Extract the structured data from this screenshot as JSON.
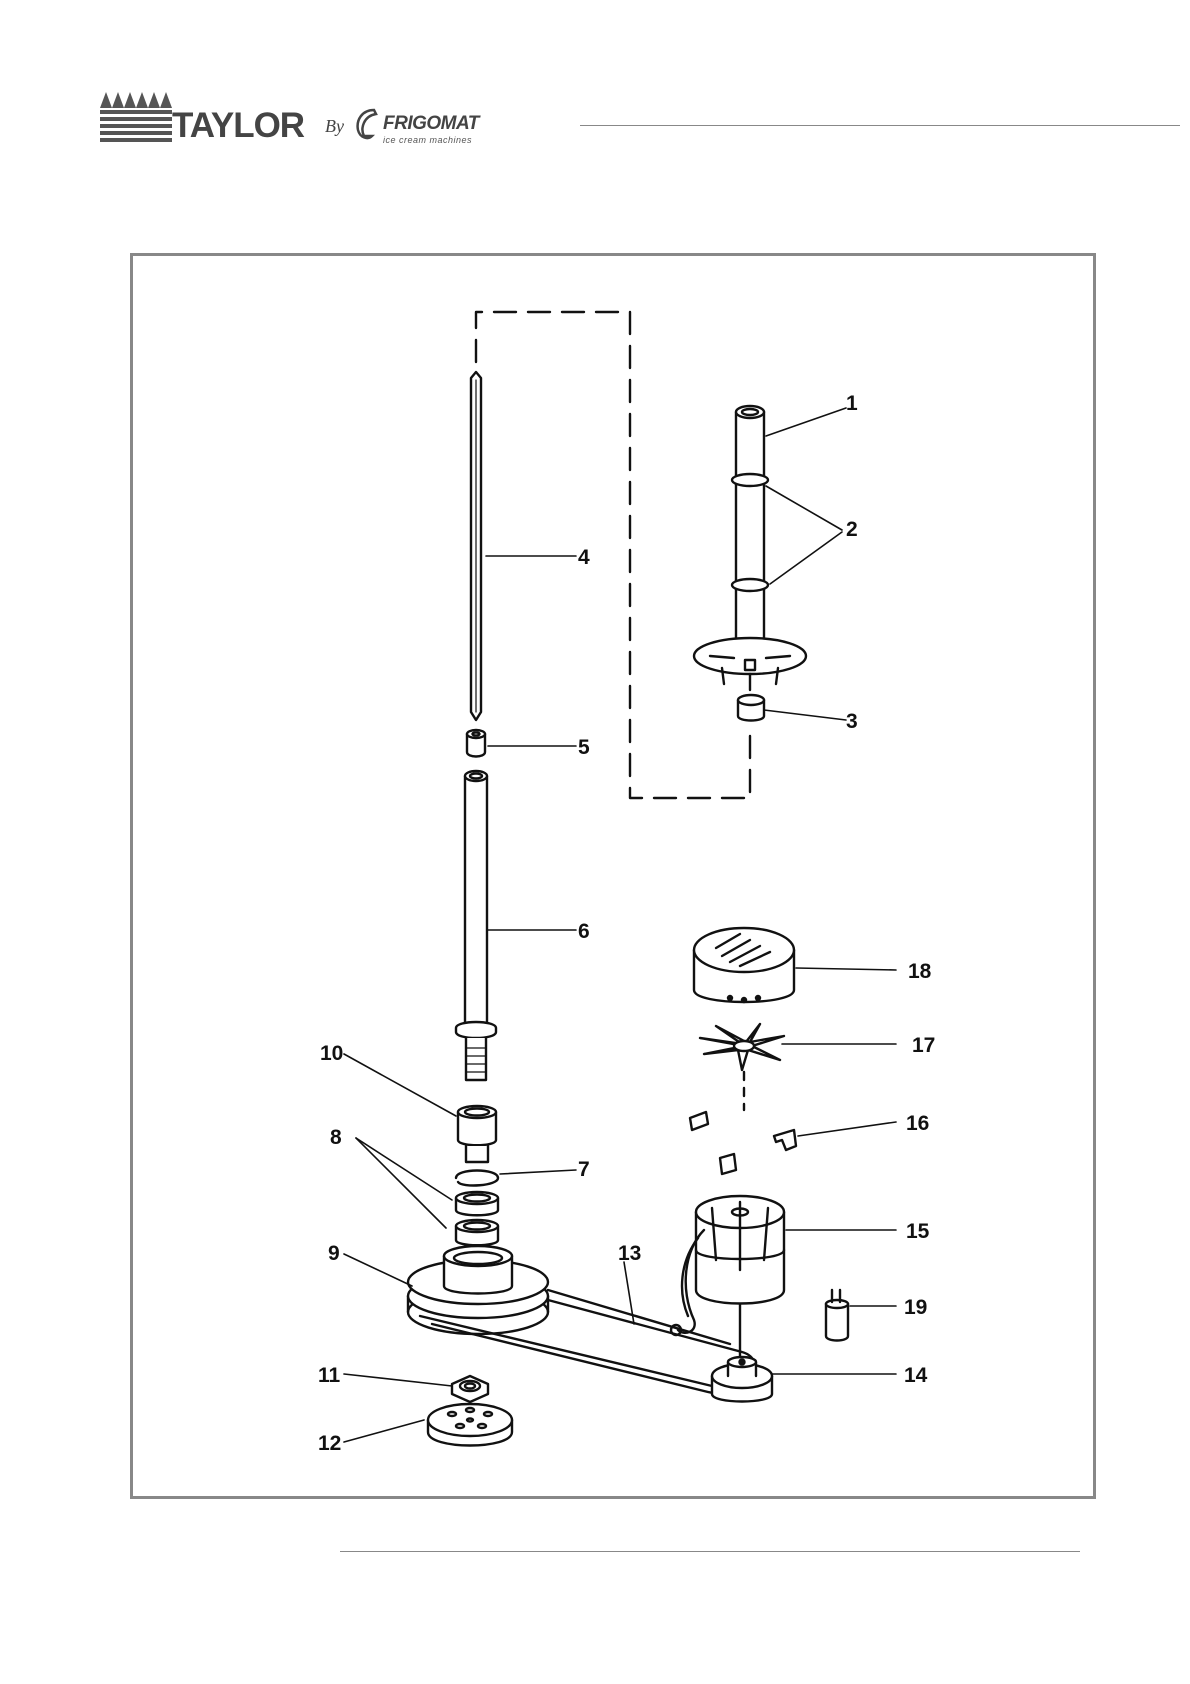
{
  "header": {
    "brand_primary": "TAYLOR",
    "brand_connector": "By",
    "brand_secondary": "FRIGOMAT",
    "tagline": "ice cream machines"
  },
  "callouts": [
    "1",
    "2",
    "3",
    "4",
    "5",
    "6",
    "7",
    "8",
    "9",
    "10",
    "11",
    "12",
    "13",
    "14",
    "15",
    "16",
    "17",
    "18",
    "19"
  ]
}
